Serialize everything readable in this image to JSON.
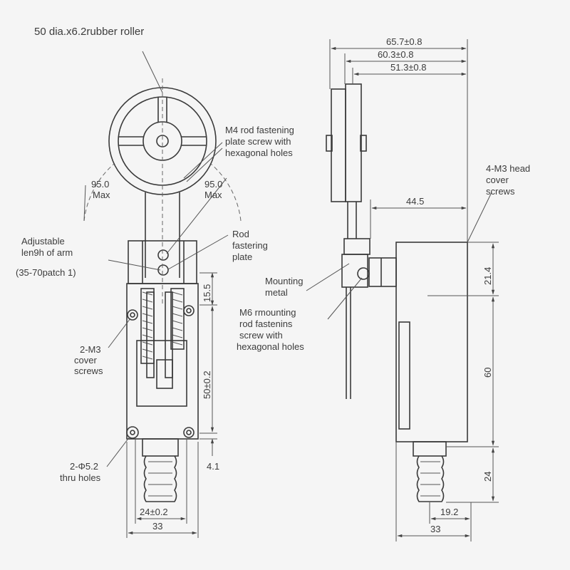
{
  "labels": {
    "roller": "50 dia.x6.2rubber roller",
    "m4_screw_1": "M4 rod fastening",
    "m4_screw_2": "plate screw with",
    "m4_screw_3": "hexagonal holes",
    "angle_left": "95.0",
    "angle_left_max": "Max",
    "angle_right": "95.0",
    "angle_right_max": "Max",
    "adjustable_1": "Adjustable",
    "adjustable_2": "len9h of arm",
    "adjustable_3": "(35-70patch 1)",
    "rod_plate_1": "Rod",
    "rod_plate_2": "fastering",
    "rod_plate_3": "plate",
    "cover_screws_1": "2-M3",
    "cover_screws_2": "cover",
    "cover_screws_3": "screws",
    "thru_holes_1": "2-Φ5.2",
    "thru_holes_2": "thru holes",
    "head_screws_1": "4-M3 head",
    "head_screws_2": "cover",
    "head_screws_3": "screws",
    "mounting_metal_1": "Mounting",
    "mounting_metal_2": "metal",
    "m6_1": "M6 rmounting",
    "m6_2": "rod fastenins",
    "m6_3": "screw with",
    "m6_4": "hexagonal holes"
  },
  "dimensions": {
    "d_65_7": "65.7±0.8",
    "d_60_3": "60.3±0.8",
    "d_51_3": "51.3±0.8",
    "d_44_5": "44.5",
    "d_21_4": "21.4",
    "d_60": "60",
    "d_24_right": "24",
    "d_19_2": "19.2",
    "d_33_right": "33",
    "d_15_5": "15.5",
    "d_50": "50±0.2",
    "d_4_1": "4.1",
    "d_24_left": "24±0.2",
    "d_33_left": "33"
  }
}
